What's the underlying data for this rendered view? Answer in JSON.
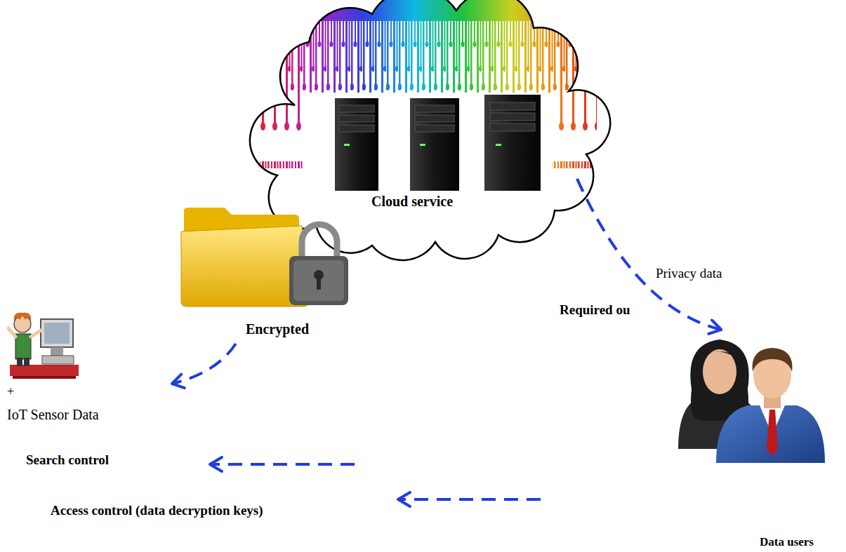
{
  "diagram": {
    "nodes": [
      {
        "text": [
          "Cloud service"
        ]
      },
      {
        "text": [
          "Encrypted"
        ]
      },
      {
        "text": [
          "+",
          "IoT Sensor Data"
        ]
      },
      {
        "text": [
          "Data users"
        ]
      }
    ],
    "edges": [
      {
        "from": 1,
        "to": 2,
        "arrow": "to"
      },
      {
        "from": 0,
        "to": 3,
        "label": "Privacy data",
        "arrow": "to"
      }
    ],
    "labels": [
      "Required ou",
      "Search control",
      "Access control (data decryption keys)"
    ]
  }
}
